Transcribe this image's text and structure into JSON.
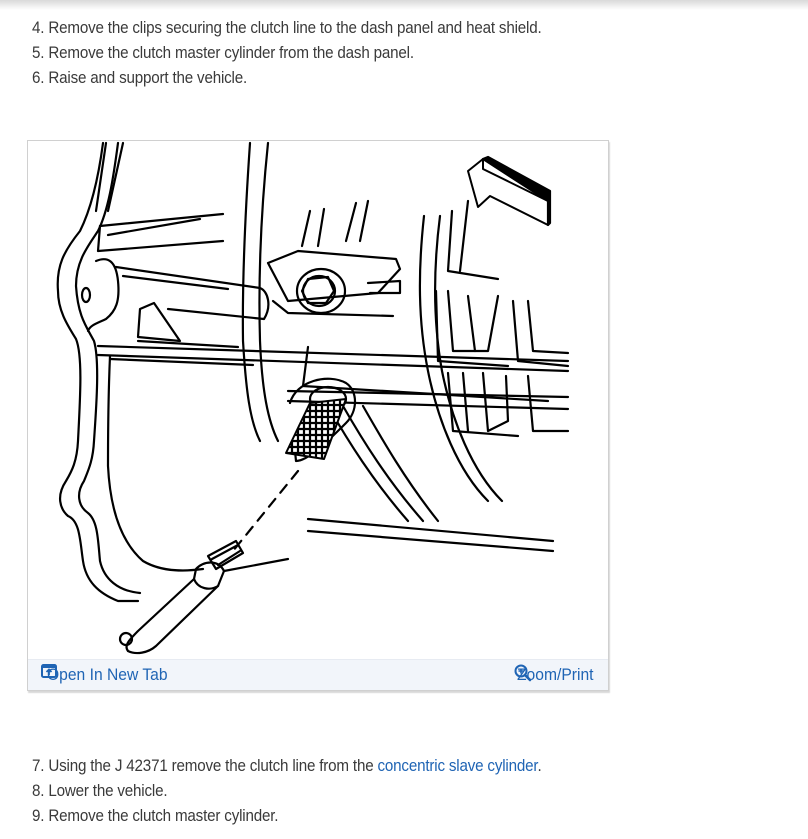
{
  "steps_before": [
    {
      "number": "4.",
      "text": "Remove the clips securing the clutch line to the dash panel and heat shield."
    },
    {
      "number": "5.",
      "text": "Remove the clutch master cylinder from the dash panel."
    },
    {
      "number": "6.",
      "text": "Raise and support the vehicle."
    }
  ],
  "figure": {
    "description": "Line drawing: clutch line disconnected from concentric slave cylinder at transmission bell housing, directional arrow at top right",
    "caption_bar": {
      "open_in_new_tab": {
        "label": "Open In New Tab",
        "icon": "open-in-new-tab-icon"
      },
      "zoom_print": {
        "label": "Zoom/Print",
        "icon": "zoom-in-icon"
      }
    }
  },
  "steps_after": [
    {
      "number": "7.",
      "text_before_link": "Using the J 42371 remove the clutch line from the ",
      "link_text": "concentric slave cylinder",
      "text_after_link": "."
    },
    {
      "number": "8.",
      "text": "Lower the vehicle."
    },
    {
      "number": "9.",
      "text": "Remove the clutch master cylinder."
    }
  ],
  "colors": {
    "body_text": "#3a3a3a",
    "link": "#1f64b4",
    "caption_bar_bg": "#f2f5fa",
    "figure_border": "#d0d0d0"
  }
}
